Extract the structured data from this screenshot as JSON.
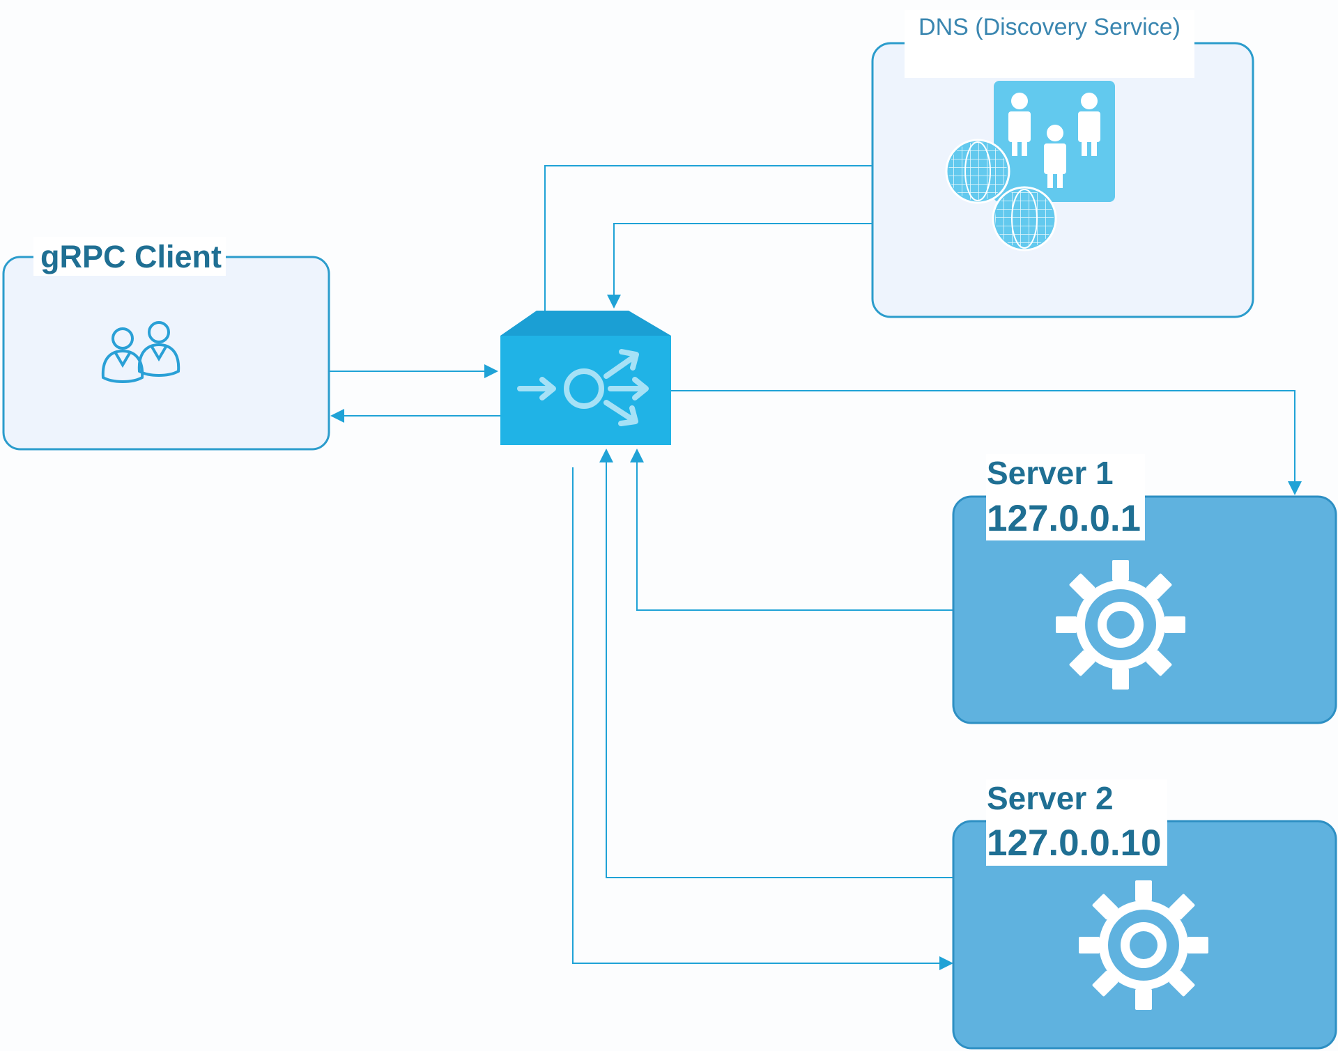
{
  "dns": {
    "title": "DNS (Discovery Service)",
    "icon": "dns-directory-icon",
    "globe_icon": "globe-icon"
  },
  "client": {
    "title": "gRPC Client",
    "icon": "users-icon"
  },
  "load_balancer": {
    "icon": "load-balancer-icon"
  },
  "servers": [
    {
      "title": "Server 1",
      "ip": "127.0.0.1",
      "icon": "gear-icon"
    },
    {
      "title": "Server 2",
      "ip": "127.0.0.10",
      "icon": "gear-icon"
    }
  ],
  "colors": {
    "line": "#1fa2d6",
    "light_box_fill": "#eef4fd",
    "light_box_border": "#2b9ccc",
    "server_fill": "#5fb2df",
    "server_border": "#2d8fc3",
    "load_balancer_fill": "#20b3e6",
    "dns_tile": "#62c9ee",
    "text_dark": "#1f6f93",
    "text_light": "#3a86b0"
  }
}
